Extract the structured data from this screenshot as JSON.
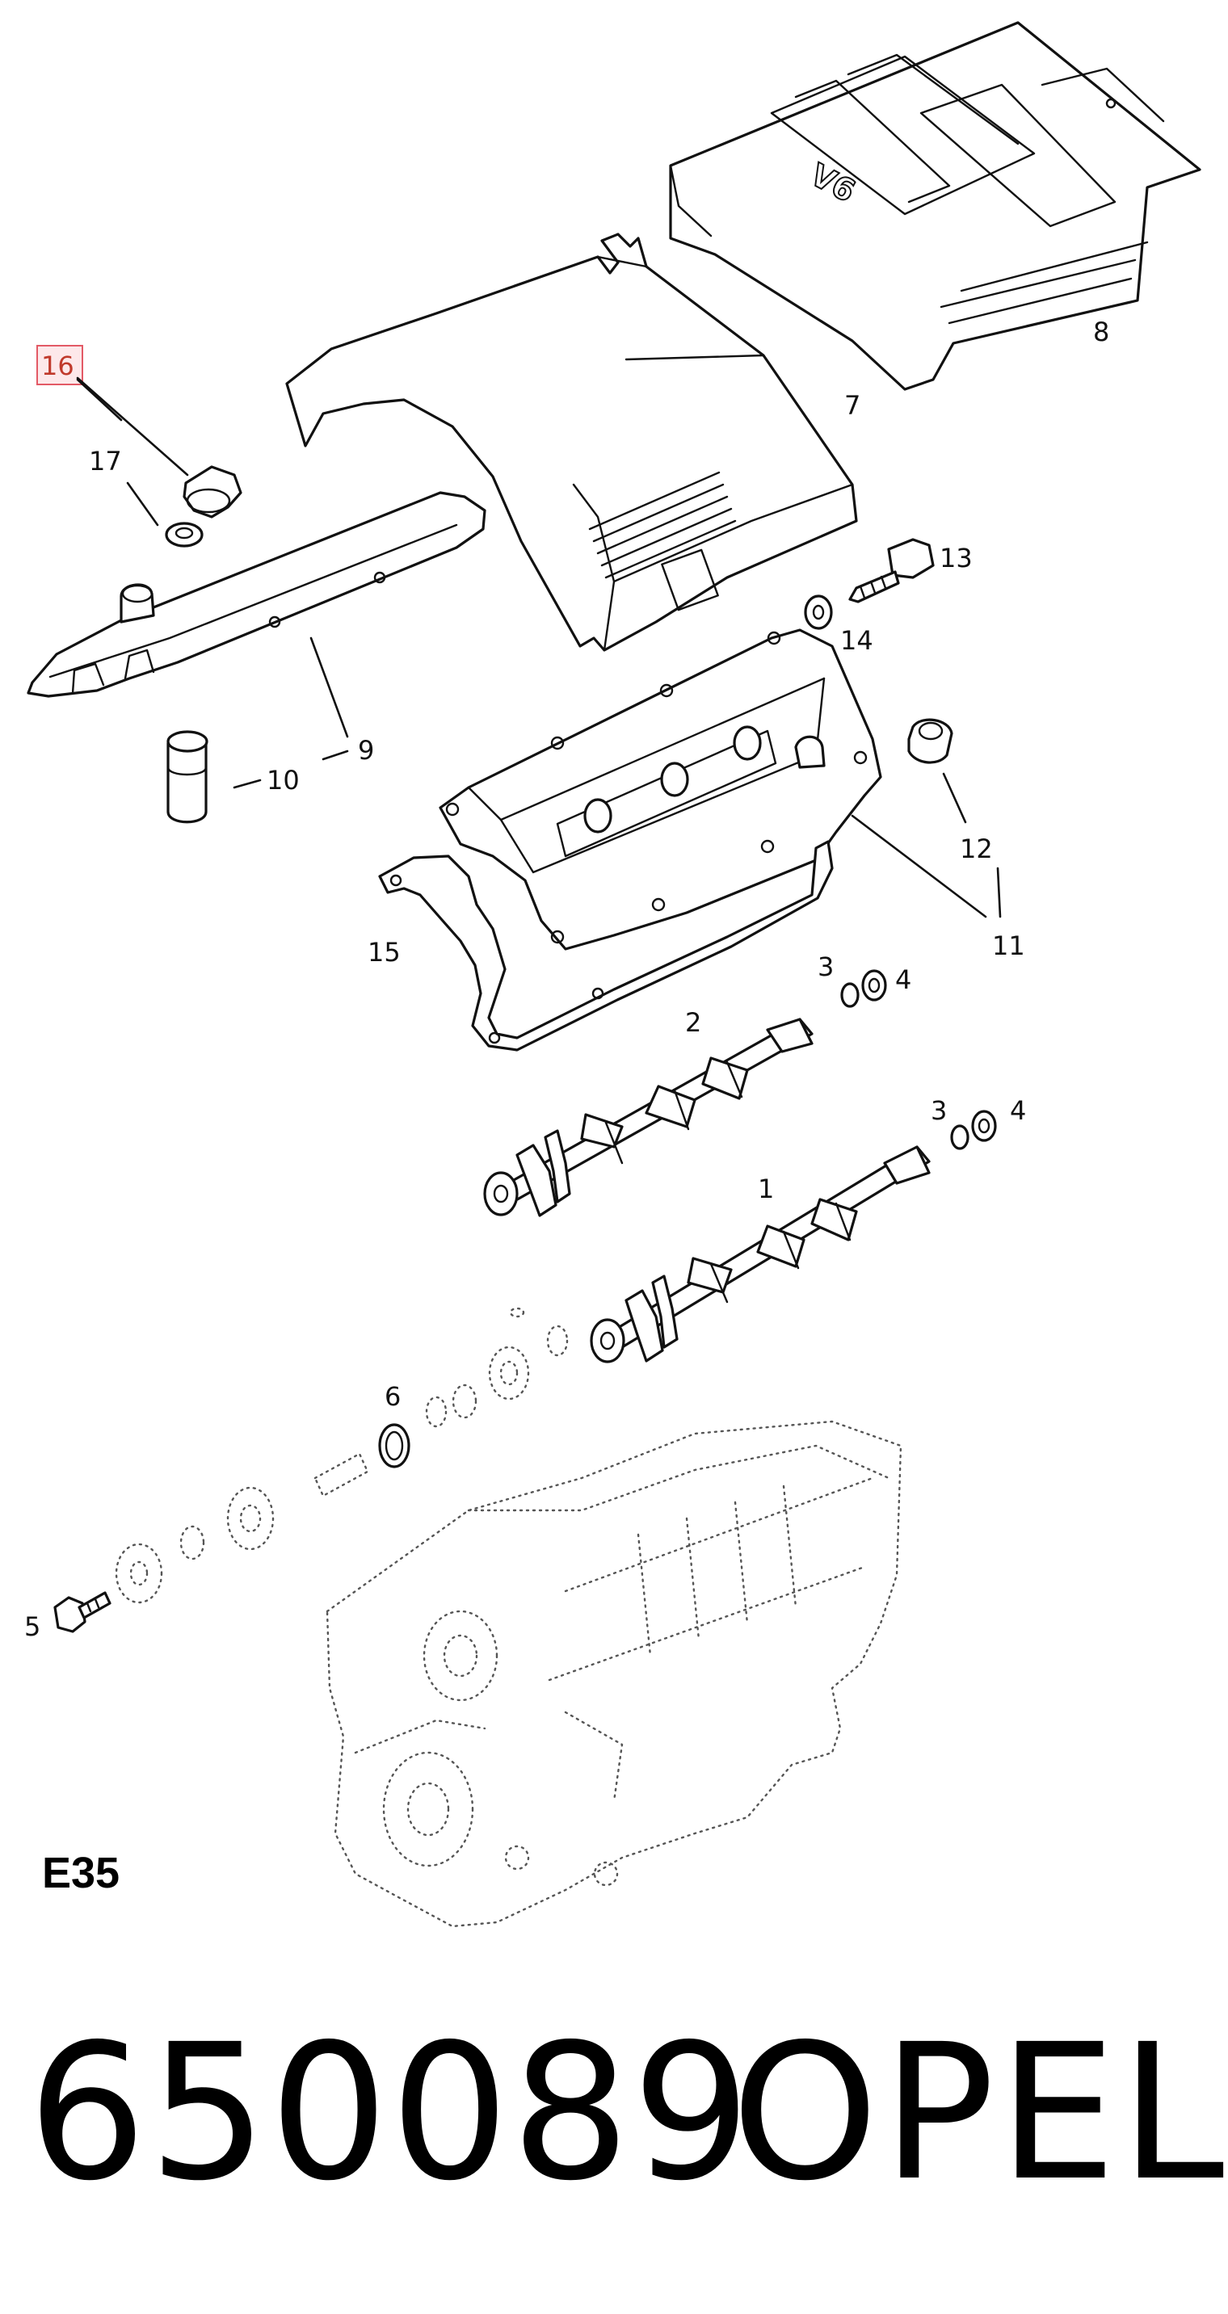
{
  "callouts": {
    "c1": "1",
    "c2": "2",
    "c3a": "3",
    "c3b": "3",
    "c4a": "4",
    "c4b": "4",
    "c5": "5",
    "c6": "6",
    "c7": "7",
    "c8": "8",
    "c9": "9",
    "c10": "10",
    "c11": "11",
    "c12": "12",
    "c13": "13",
    "c14": "14",
    "c15": "15",
    "c16": "16",
    "c17": "17"
  },
  "highlight": {
    "callout": "16",
    "fill": "#fde8ea",
    "border": "#e35a66"
  },
  "engine_badge": "V6",
  "group_code": "E35",
  "footer": {
    "part_number": "650089",
    "brand": "OPEL"
  }
}
